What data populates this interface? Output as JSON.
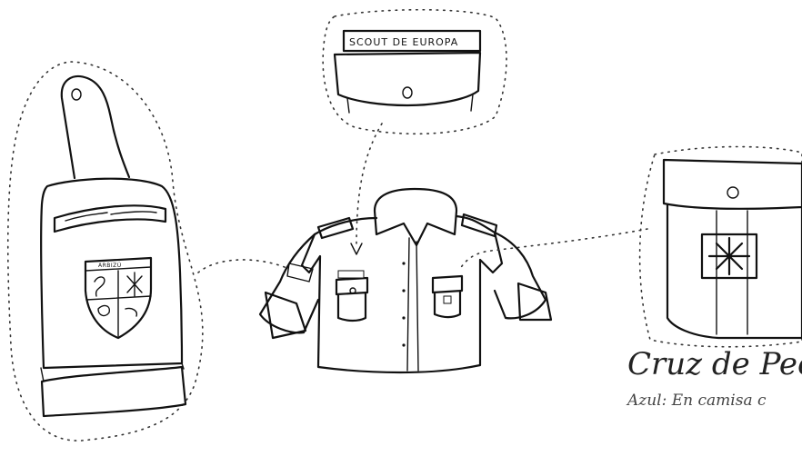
{
  "shoulder_flash": {
    "text": "SCOUT DE EUROPA"
  },
  "sleeve_shield": {
    "text": "ARBIZÚ"
  },
  "caption": {
    "title": "Cruz de Pec",
    "subtitle": "Azul: En camisa c"
  },
  "colors": {
    "ink": "#111111",
    "caption": "#222222",
    "background": "#ffffff"
  }
}
